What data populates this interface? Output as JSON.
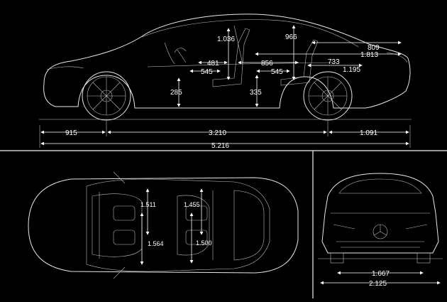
{
  "side_view": {
    "dims": {
      "seat_height_front": "1.036",
      "seat_height_rear": "966",
      "trunk_length": "809",
      "rear_overhang_top": "1.813",
      "front_leg_box": "481",
      "rear_leg_box": "856",
      "front_seat_depth": "545",
      "rear_seat_depth": "545",
      "rear_seat_to_trunk": "733",
      "trunk_width": "1.195",
      "front_floor_height": "285",
      "rear_floor_height": "335",
      "front_overhang": "915",
      "wheelbase": "3.210",
      "rear_overhang": "1.091",
      "overall_length": "5.216"
    }
  },
  "top_view": {
    "dims": {
      "front_elbow_width": "1.511",
      "rear_elbow_width": "1.455",
      "front_shoulder_width": "1.564",
      "rear_shoulder_width": "1.500"
    }
  },
  "front_view": {
    "dims": {
      "track_width": "1.667",
      "overall_width": "2.125"
    }
  },
  "colors": {
    "background": "#000000",
    "lines": "#ffffff"
  }
}
